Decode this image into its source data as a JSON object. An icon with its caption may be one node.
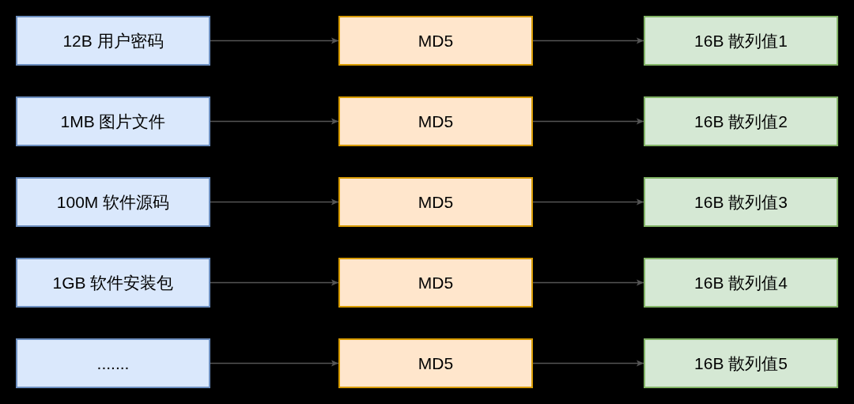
{
  "diagram": {
    "nodes": [
      {
        "text": [
          "12B 用户密码"
        ]
      },
      {
        "text": [
          "MD5"
        ]
      },
      {
        "text": [
          "16B 散列值1"
        ]
      },
      {
        "text": [
          "1MB 图片文件"
        ]
      },
      {
        "text": [
          "MD5"
        ]
      },
      {
        "text": [
          "16B 散列值2"
        ]
      },
      {
        "text": [
          "100M 软件源码"
        ]
      },
      {
        "text": [
          "MD5"
        ]
      },
      {
        "text": [
          "16B 散列值3"
        ]
      },
      {
        "text": [
          "1GB 软件安装包"
        ]
      },
      {
        "text": [
          "MD5"
        ]
      },
      {
        "text": [
          "16B 散列值4"
        ]
      },
      {
        "text": [
          "......."
        ]
      },
      {
        "text": [
          "MD5"
        ]
      },
      {
        "text": [
          "16B 散列值5"
        ]
      }
    ],
    "edges": [
      {
        "from": 0,
        "to": 1,
        "arrow": "to"
      },
      {
        "from": 1,
        "to": 2,
        "arrow": "to"
      },
      {
        "from": 3,
        "to": 4,
        "arrow": "to"
      },
      {
        "from": 4,
        "to": 5,
        "arrow": "to"
      },
      {
        "from": 6,
        "to": 7,
        "arrow": "to"
      },
      {
        "from": 7,
        "to": 8,
        "arrow": "to"
      },
      {
        "from": 9,
        "to": 10,
        "arrow": "to"
      },
      {
        "from": 10,
        "to": 11,
        "arrow": "to"
      },
      {
        "from": 12,
        "to": 13,
        "arrow": "to"
      },
      {
        "from": 13,
        "to": 14,
        "arrow": "to"
      }
    ]
  }
}
